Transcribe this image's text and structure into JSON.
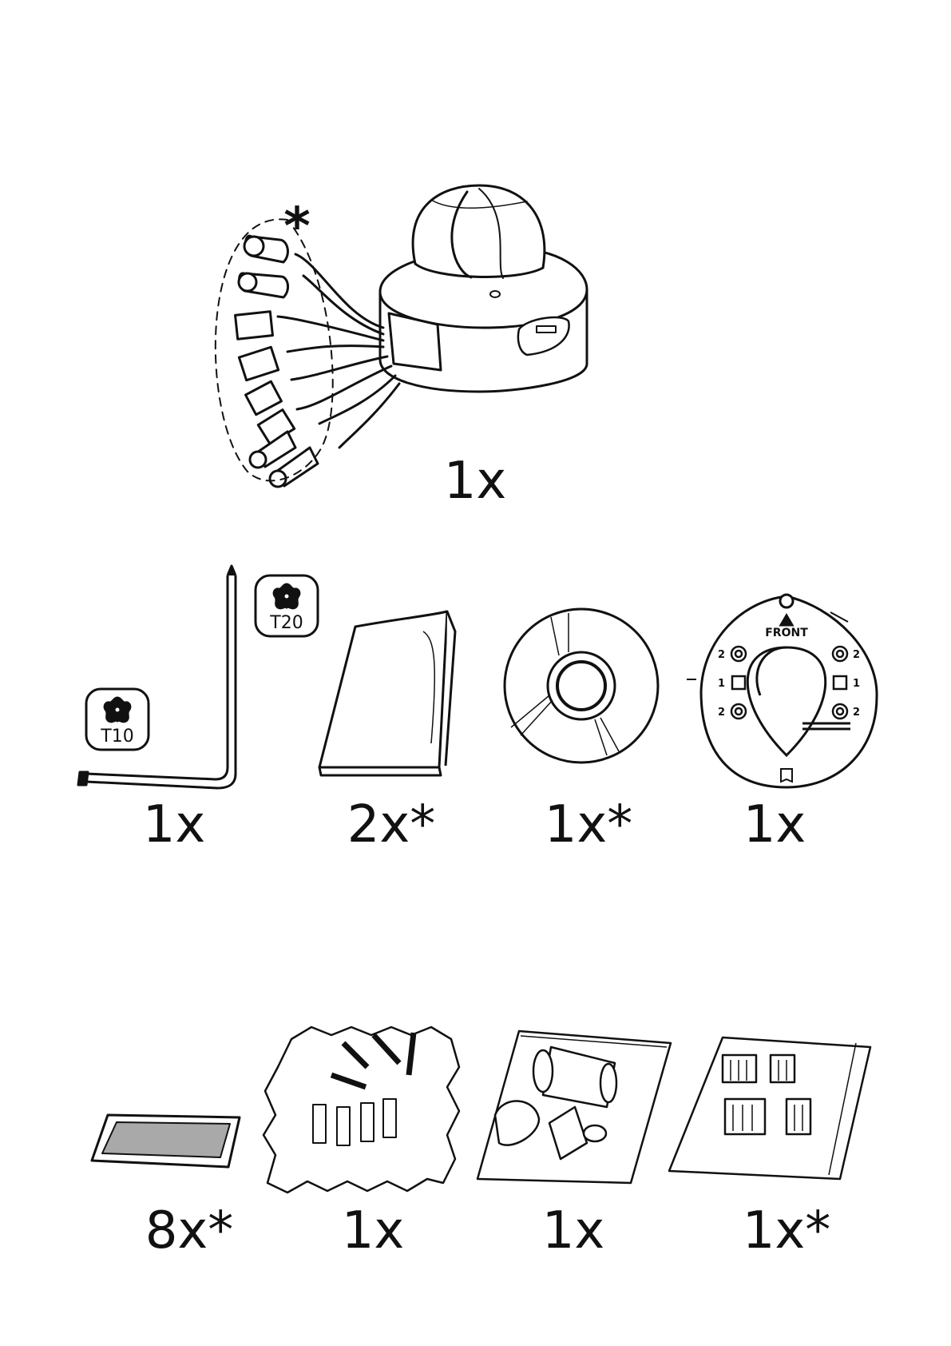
{
  "camera": {
    "quantity": "1x",
    "optional_mark": "*"
  },
  "row2": [
    {
      "id": "torx-key",
      "quantity": "1x",
      "tips": [
        "T10",
        "T20"
      ]
    },
    {
      "id": "manual",
      "quantity": "2x*"
    },
    {
      "id": "disc",
      "quantity": "1x*"
    },
    {
      "id": "mount-plate",
      "quantity": "1x",
      "plate_text": "FRONT",
      "marks": [
        "2",
        "1",
        "2",
        "2",
        "1",
        "2"
      ]
    }
  ],
  "row3": [
    {
      "id": "label-sticker",
      "quantity": "8x*"
    },
    {
      "id": "screws-bag",
      "quantity": "1x"
    },
    {
      "id": "gland-bag",
      "quantity": "1x"
    },
    {
      "id": "connector-bag",
      "quantity": "1x*"
    }
  ]
}
